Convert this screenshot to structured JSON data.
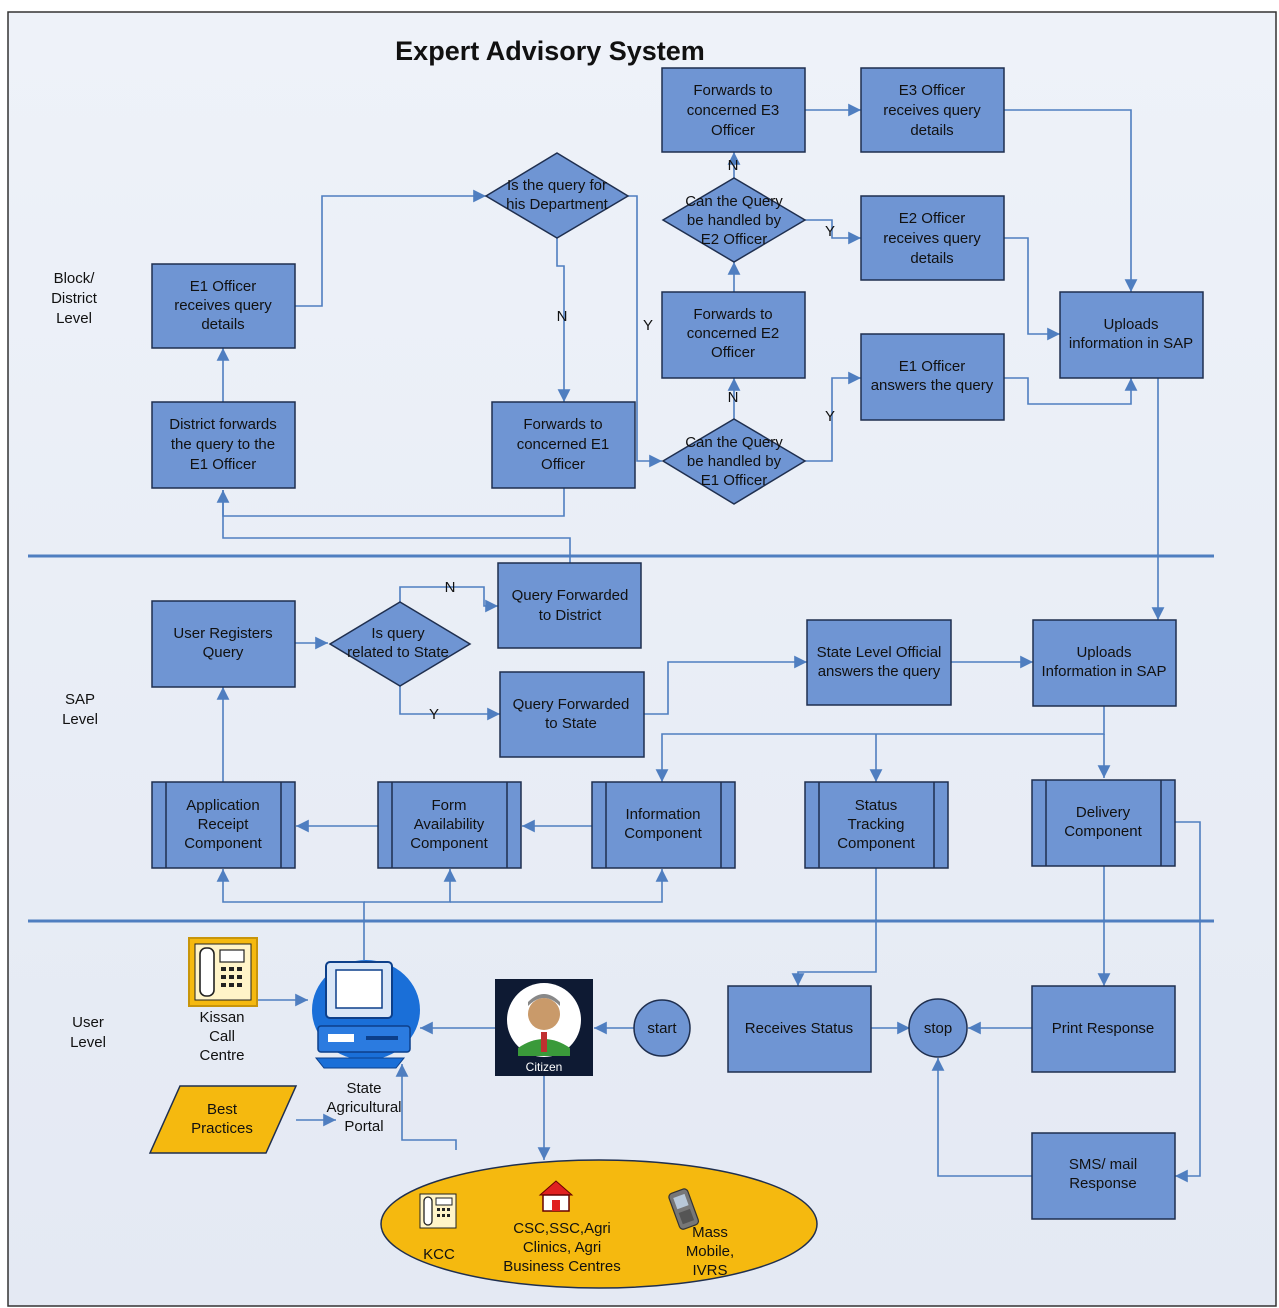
{
  "title": "Expert Advisory System",
  "colors": {
    "box_fill": "#6f95d3",
    "box_stroke": "#1f2f4f",
    "arrow": "#4f7ec0",
    "divider": "#4f7ec0",
    "background": "#e9eef7",
    "doc_fill": "#f5b90f",
    "ellipse_fill": "#f5b90f"
  },
  "levels": {
    "block_district": [
      "Block/",
      "District",
      "Level"
    ],
    "sap": [
      "SAP",
      "Level"
    ],
    "user": [
      "User",
      "Level"
    ]
  },
  "nodes": {
    "fwd_e3": [
      "Forwards to",
      "concerned E3",
      "Officer"
    ],
    "e3_receives": [
      "E3 Officer",
      "receives query",
      "details"
    ],
    "is_his_dept": [
      "Is the query for",
      "his Department"
    ],
    "can_e2": [
      "Can the Query",
      "be handled by",
      "E2 Officer"
    ],
    "e2_receives": [
      "E2 Officer",
      "receives query",
      "details"
    ],
    "e1_receives": [
      "E1 Officer",
      "receives query",
      "details"
    ],
    "uploads_sap_top": [
      "Uploads",
      "information in SAP"
    ],
    "fwd_e2": [
      "Forwards to",
      "concerned E2",
      "Officer"
    ],
    "e1_answers": [
      "E1 Officer",
      "answers the query"
    ],
    "district_forwards": [
      "District forwards",
      "the query to the",
      "E1 Officer"
    ],
    "fwd_e1": [
      "Forwards to",
      "concerned E1",
      "Officer"
    ],
    "can_e1": [
      "Can the Query",
      "be handled by",
      "E1 Officer"
    ],
    "query_fwd_district": [
      "Query Forwarded",
      "to District"
    ],
    "user_registers": [
      "User Registers",
      "Query"
    ],
    "is_related_state": [
      "Is query",
      "related to State"
    ],
    "state_official": [
      "State Level Official",
      "answers the query"
    ],
    "uploads_sap_mid": [
      "Uploads",
      "Information in SAP"
    ],
    "query_fwd_state": [
      "Query Forwarded",
      "to State"
    ],
    "app_receipt": [
      "Application",
      "Receipt",
      "Component"
    ],
    "form_avail": [
      "Form",
      "Availability",
      "Component"
    ],
    "info_comp": [
      "Information",
      "Component"
    ],
    "status_track": [
      "Status",
      "Tracking",
      "Component"
    ],
    "delivery": [
      "Delivery",
      "Component"
    ],
    "kissan": [
      "Kissan",
      "Call",
      "Centre"
    ],
    "citizen": "Citizen",
    "start": "start",
    "receives_status": "Receives Status",
    "stop": "stop",
    "print_response": "Print Response",
    "best_practices": [
      "Best",
      "Practices"
    ],
    "state_portal": [
      "State",
      "Agricultural",
      "Portal"
    ],
    "sms_mail": [
      "SMS/ mail",
      "Response"
    ],
    "kcc": "KCC",
    "csc": [
      "CSC,SSC,Agri",
      "Clinics, Agri",
      "Business Centres"
    ],
    "mass_mobile": [
      "Mass",
      "Mobile,",
      "IVRS"
    ]
  },
  "edge_labels": {
    "yes": "Y",
    "no": "N"
  },
  "icons": {
    "kissan": "telephone-icon",
    "portal": "computer-icon",
    "citizen": "citizen-icon",
    "kcc": "telephone-icon",
    "csc": "house-icon",
    "mobile": "mobile-phone-icon"
  }
}
